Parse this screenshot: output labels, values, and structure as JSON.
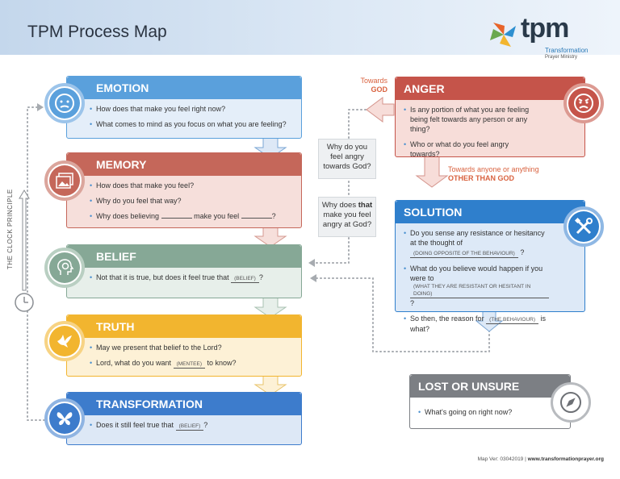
{
  "header": {
    "title": "TPM Process Map"
  },
  "brand": {
    "word": "tpm",
    "line1": "Transformation",
    "line2": "Prayer Ministry"
  },
  "side_label": "THE CLOCK PRINCIPLE",
  "emotion": {
    "title": "EMOTION",
    "items": [
      "How does that make you feel right now?",
      "What comes to mind as you focus on what you are feeling?"
    ]
  },
  "memory": {
    "title": "MEMORY",
    "items": [
      "How does that make you feel?",
      "Why do you feel that way?"
    ],
    "item3": {
      "a": "Why does believing",
      "b": "make you feel",
      "c": "?"
    }
  },
  "belief": {
    "title": "BELIEF",
    "item1": {
      "a": "Not that it is true, but does it feel true that",
      "blank": "(BELIEF)",
      "c": "?"
    }
  },
  "truth": {
    "title": "TRUTH",
    "item1": "May we present that belief to the Lord?",
    "item2": {
      "a": "Lord, what do you want",
      "blank": "(MENTEE)",
      "c": "to know?"
    }
  },
  "transformation": {
    "title": "TRANSFORMATION",
    "item1": {
      "a": "Does it still feel true that",
      "blank": "(BELIEF)",
      "c": "?"
    }
  },
  "anger": {
    "title": "ANGER",
    "items": [
      "Is any portion of what you are feeling being felt towards any person or any thing?",
      "Who or what do you feel angry towards?"
    ],
    "towards_god_a": "Towards",
    "towards_god_b": "GOD",
    "towards_other_a": "Towards anyone or anything",
    "towards_other_b": "OTHER THAN GOD"
  },
  "questions": {
    "q1": "Why do you feel angry towards God?",
    "q2_a": "Why does",
    "q2_b": "that",
    "q2_c": "make you feel angry at God?"
  },
  "solution": {
    "title": "SOLUTION",
    "item1": {
      "a": "Do you sense any resistance or hesitancy at the thought of",
      "blank": "(DOING OPPOSITE OF THE BEHAVIOUR)",
      "c": "?"
    },
    "item2": {
      "a": "What do you believe would happen if you were to",
      "blank": "(WHAT THEY ARE RESISTANT OR HESITANT IN DOING)",
      "c": "?"
    },
    "item3": {
      "a": "So then, the reason for",
      "blank": "(THE BEHAVIOUR)",
      "c": "is what?"
    }
  },
  "lost": {
    "title": "LOST OR UNSURE",
    "items": [
      "What's going on right now?"
    ]
  },
  "footer": {
    "version": "Map Ver: 03042019 |",
    "url": "www.transformationprayer.org"
  },
  "icons": {
    "emotion": "sad-face-icon",
    "memory": "photos-icon",
    "belief": "head-gear-icon",
    "truth": "dove-icon",
    "transformation": "butterfly-icon",
    "anger": "angry-face-icon",
    "solution": "tools-icon",
    "lost": "compass-icon"
  },
  "colors": {
    "emotion": "#5aa0dc",
    "memory": "#c5675a",
    "belief": "#86a896",
    "truth": "#f2b52f",
    "transformation": "#3d7ccc",
    "anger": "#c5544a",
    "solution": "#2f7fcc",
    "lost": "#7c7f84",
    "annotation": "#d9623f"
  }
}
